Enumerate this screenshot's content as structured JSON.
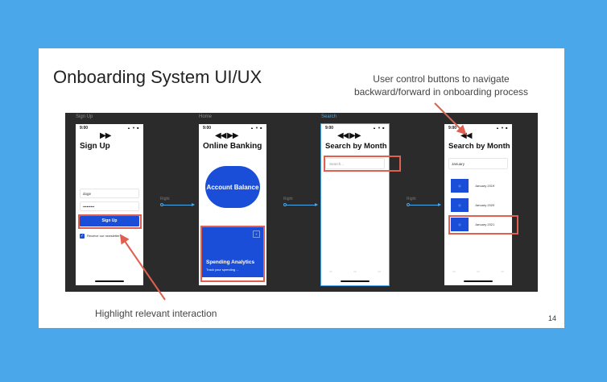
{
  "slide": {
    "title": "Onboarding System UI/UX",
    "annotation_top": "User control buttons to navigate backward/forward in onboarding process",
    "annotation_bottom": "Highlight relevant interaction",
    "page_number": "14"
  },
  "frames": {
    "signup": {
      "label": "Sign Up",
      "time": "9:00",
      "status_icons": "▲ ▼ ■",
      "nav": "▶▶",
      "title": "Sign Up",
      "username_value": "doge",
      "password_value": "•••••••••",
      "button_label": "Sign Up",
      "checkbox_label": "Receive our newsletter"
    },
    "home": {
      "label": "Home",
      "time": "9:00",
      "status_icons": "▲ ▼ ■",
      "nav": "◀◀ ▶▶",
      "title": "Online Banking",
      "balance_label": "Account Balance",
      "card_title": "Spending Analytics",
      "card_sub": "Track your spending ..."
    },
    "search": {
      "label": "Search",
      "time": "9:00",
      "status_icons": "▲ ▼ ■",
      "nav": "◀◀ ▶▶",
      "title": "Search by Month",
      "search_placeholder": "Search..."
    },
    "results": {
      "time": "9:00",
      "status_icons": "▲ ▼ ■",
      "nav": "◀◀",
      "title": "Search by Month",
      "search_value": "January",
      "months": [
        "January 2019",
        "January 2020",
        "January 2021"
      ]
    }
  },
  "triggers": [
    "Right",
    "Right",
    "Right"
  ],
  "colors": {
    "background": "#4aa8ea",
    "primary": "#1a4ed8",
    "highlight": "#e06050",
    "canvas": "#2b2b2b"
  }
}
